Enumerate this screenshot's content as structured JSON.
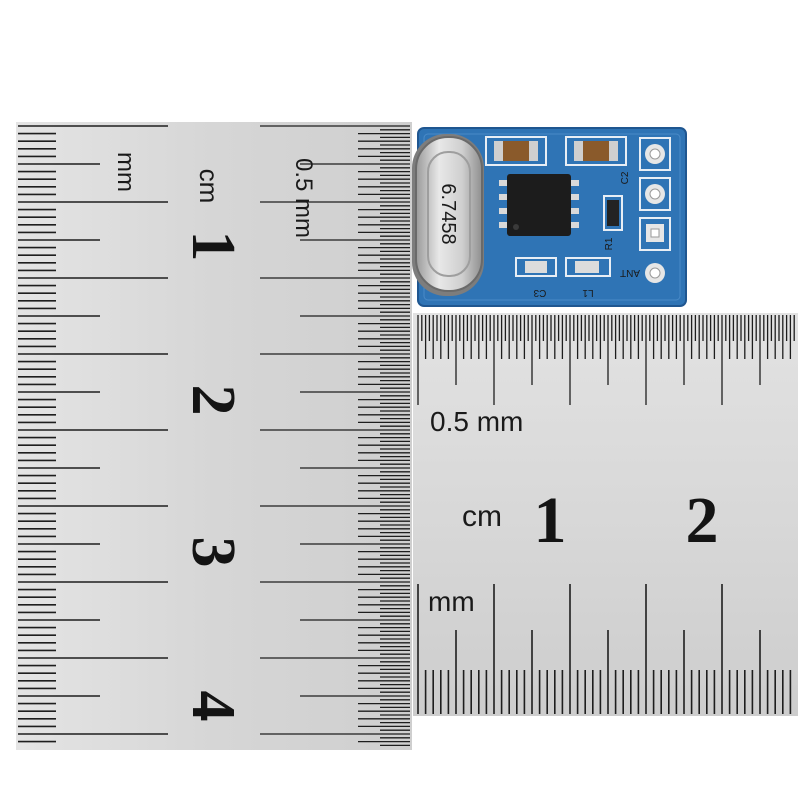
{
  "colors": {
    "ruler_metal": "#d9d9d9",
    "tick": "#1e1e1e",
    "pcb_blue": "#2f74b5",
    "crystal_silver": "#c8c8c8"
  },
  "vertical_ruler": {
    "unit_mm": "mm",
    "unit_cm": "cm",
    "half_mm": "0.5 mm",
    "numbers": [
      "1",
      "2",
      "3",
      "4"
    ]
  },
  "horizontal_ruler": {
    "half_mm": "0.5 mm",
    "unit_cm": "cm",
    "unit_mm": "mm",
    "numbers": [
      "1",
      "2"
    ]
  },
  "pcb": {
    "crystal_label": "6.7458",
    "silk_c2": "C2",
    "silk_r1": "R1",
    "silk_c3": "C3",
    "silk_l1": "L1",
    "silk_ant": "ANT"
  }
}
